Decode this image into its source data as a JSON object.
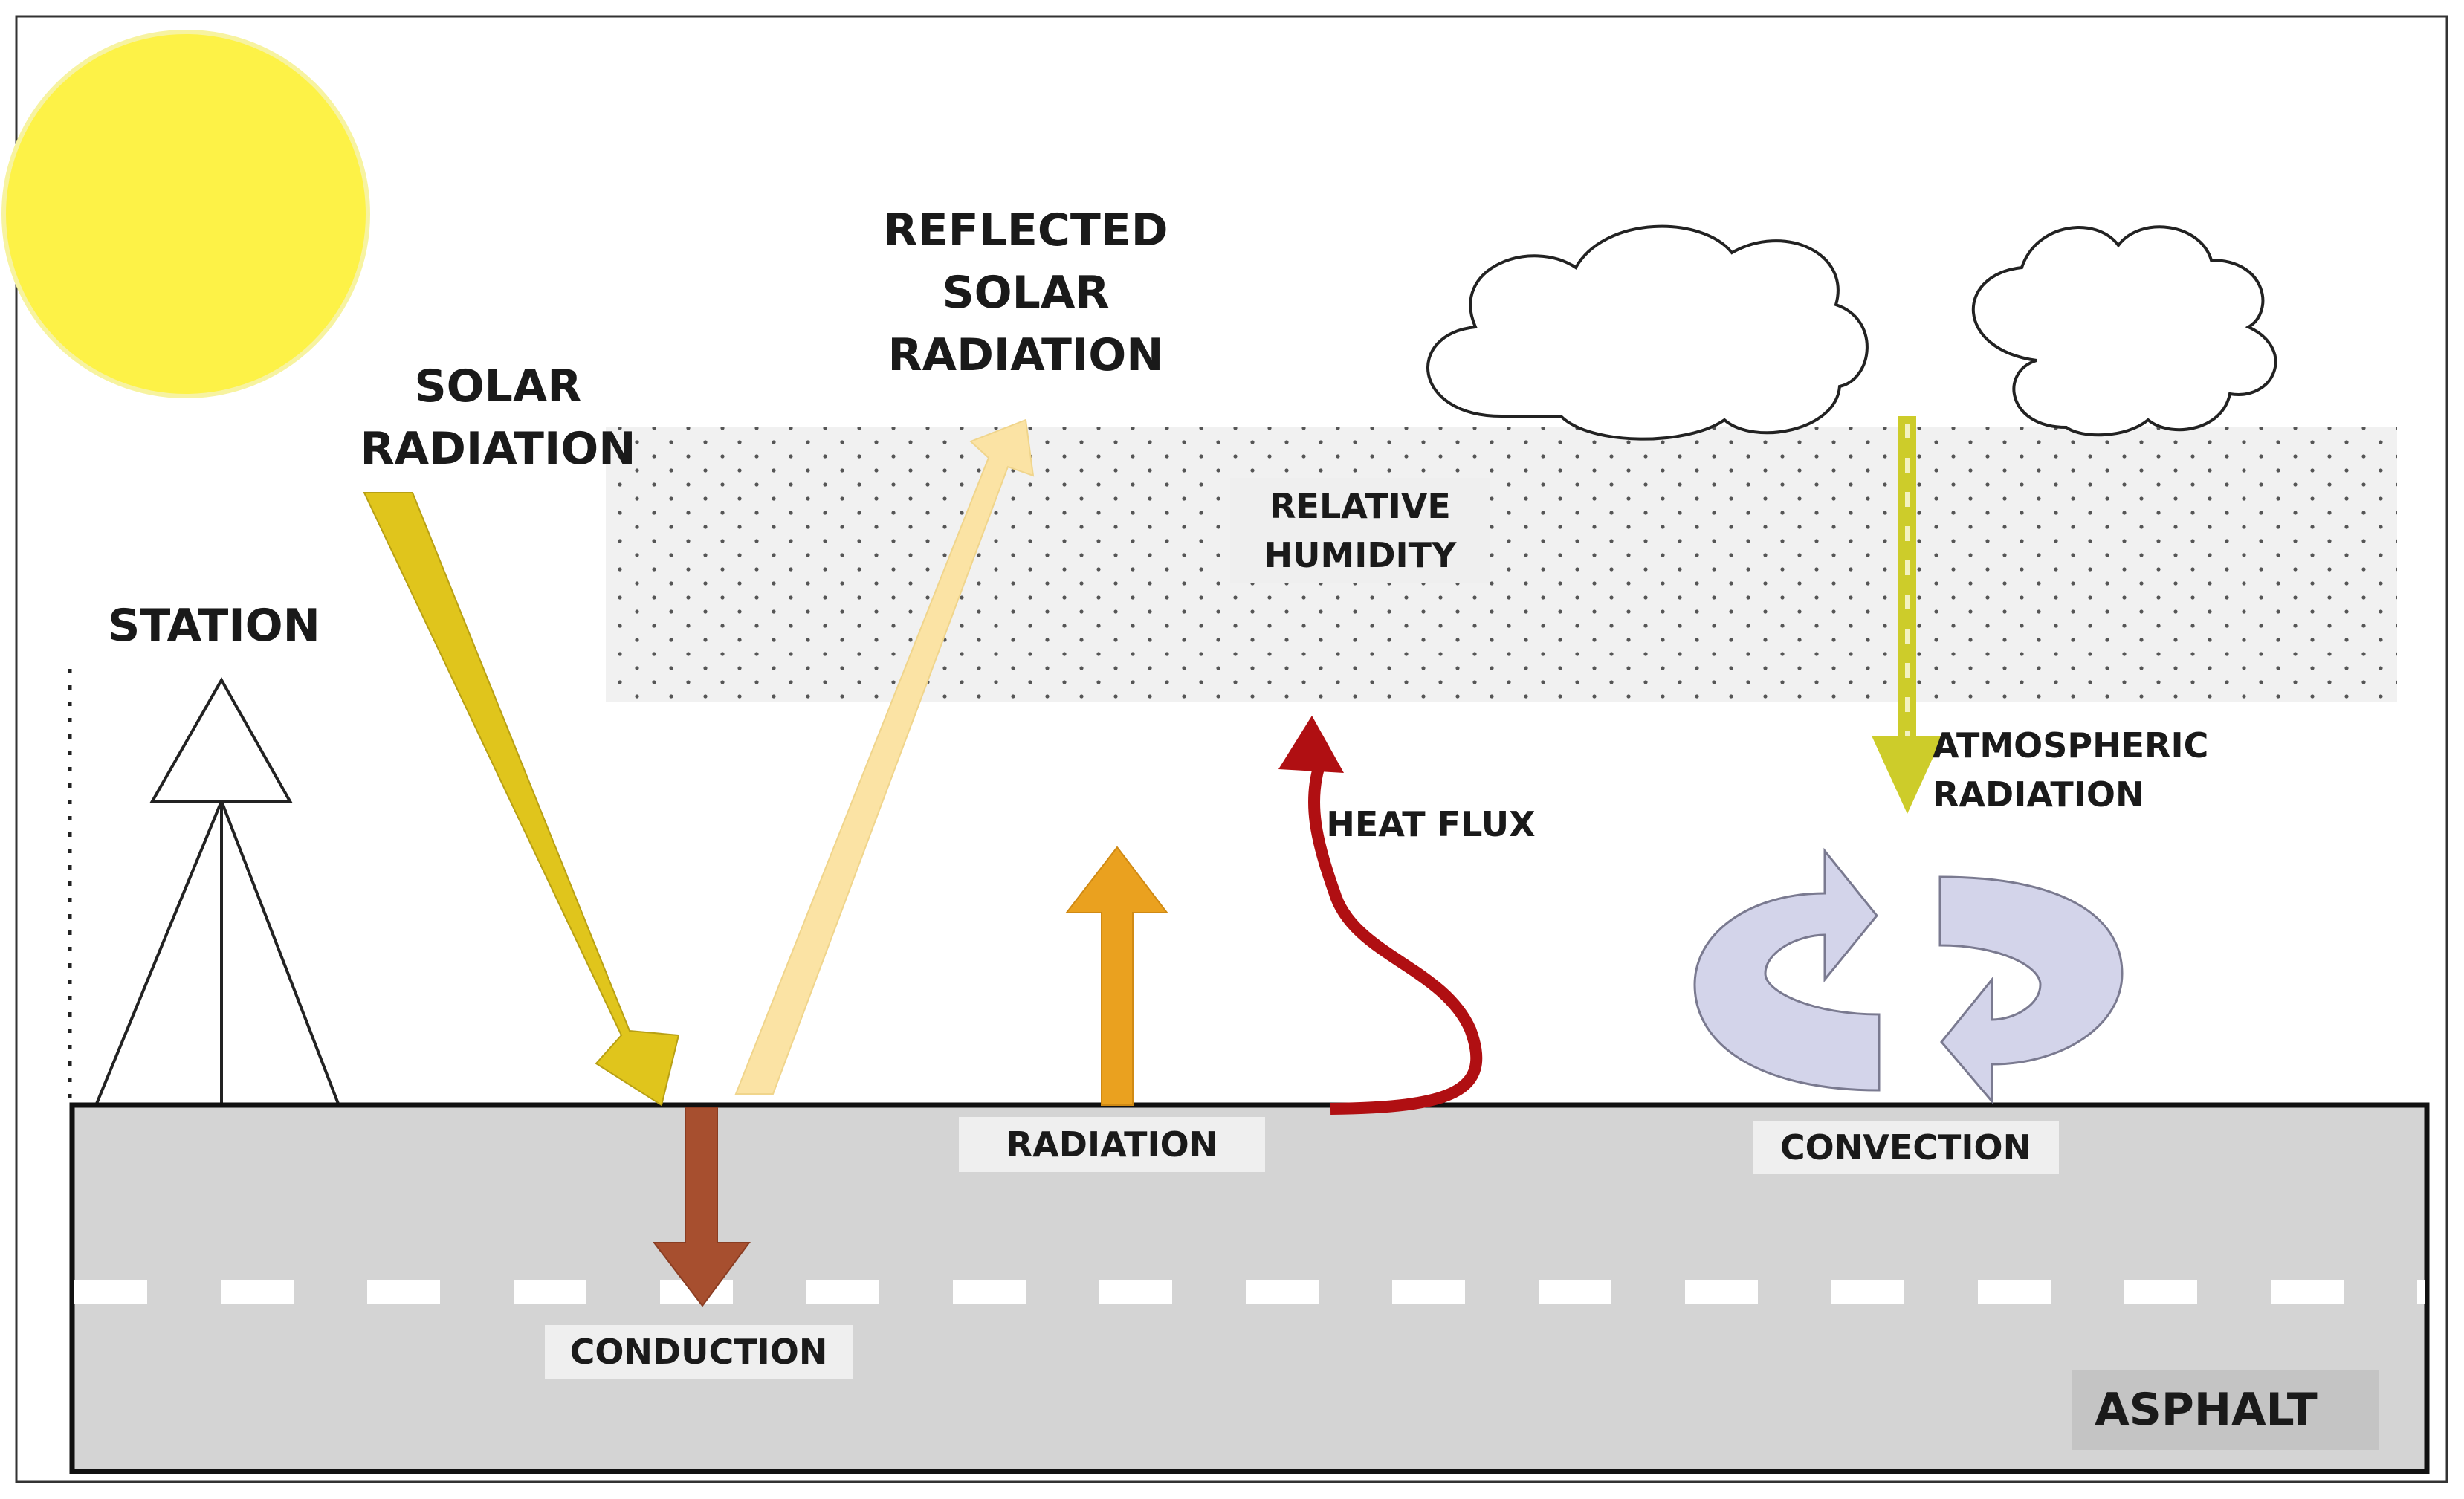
{
  "labels": {
    "station": "STATION",
    "solar_radiation": [
      "SOLAR",
      "RADIATION"
    ],
    "reflected_solar_radiation": [
      "REFLECTED",
      "SOLAR",
      "RADIATION"
    ],
    "relative_humidity": [
      "RELATIVE",
      "HUMIDITY"
    ],
    "heat_flux": "HEAT FLUX",
    "atmospheric_radiation": [
      "ATMOSPHERIC",
      "RADIATION"
    ],
    "radiation": "RADIATION",
    "convection": "CONVECTION",
    "conduction": "CONDUCTION",
    "asphalt": "ASPHALT"
  },
  "colors": {
    "sun": "#fdf247",
    "solar_arrow": "#e0c51c",
    "reflected_arrow": "#fbe3a4",
    "radiation_arrow": "#eaa11f",
    "heat_flux_arrow": "#b00f12",
    "atmospheric_arrow": "#cdcc2a",
    "conduction_arrow": "#a74f2f",
    "convection_arrows": "#d3d4ea",
    "asphalt": "#d4d4d4",
    "humidity_band": "#f1f1f1"
  }
}
